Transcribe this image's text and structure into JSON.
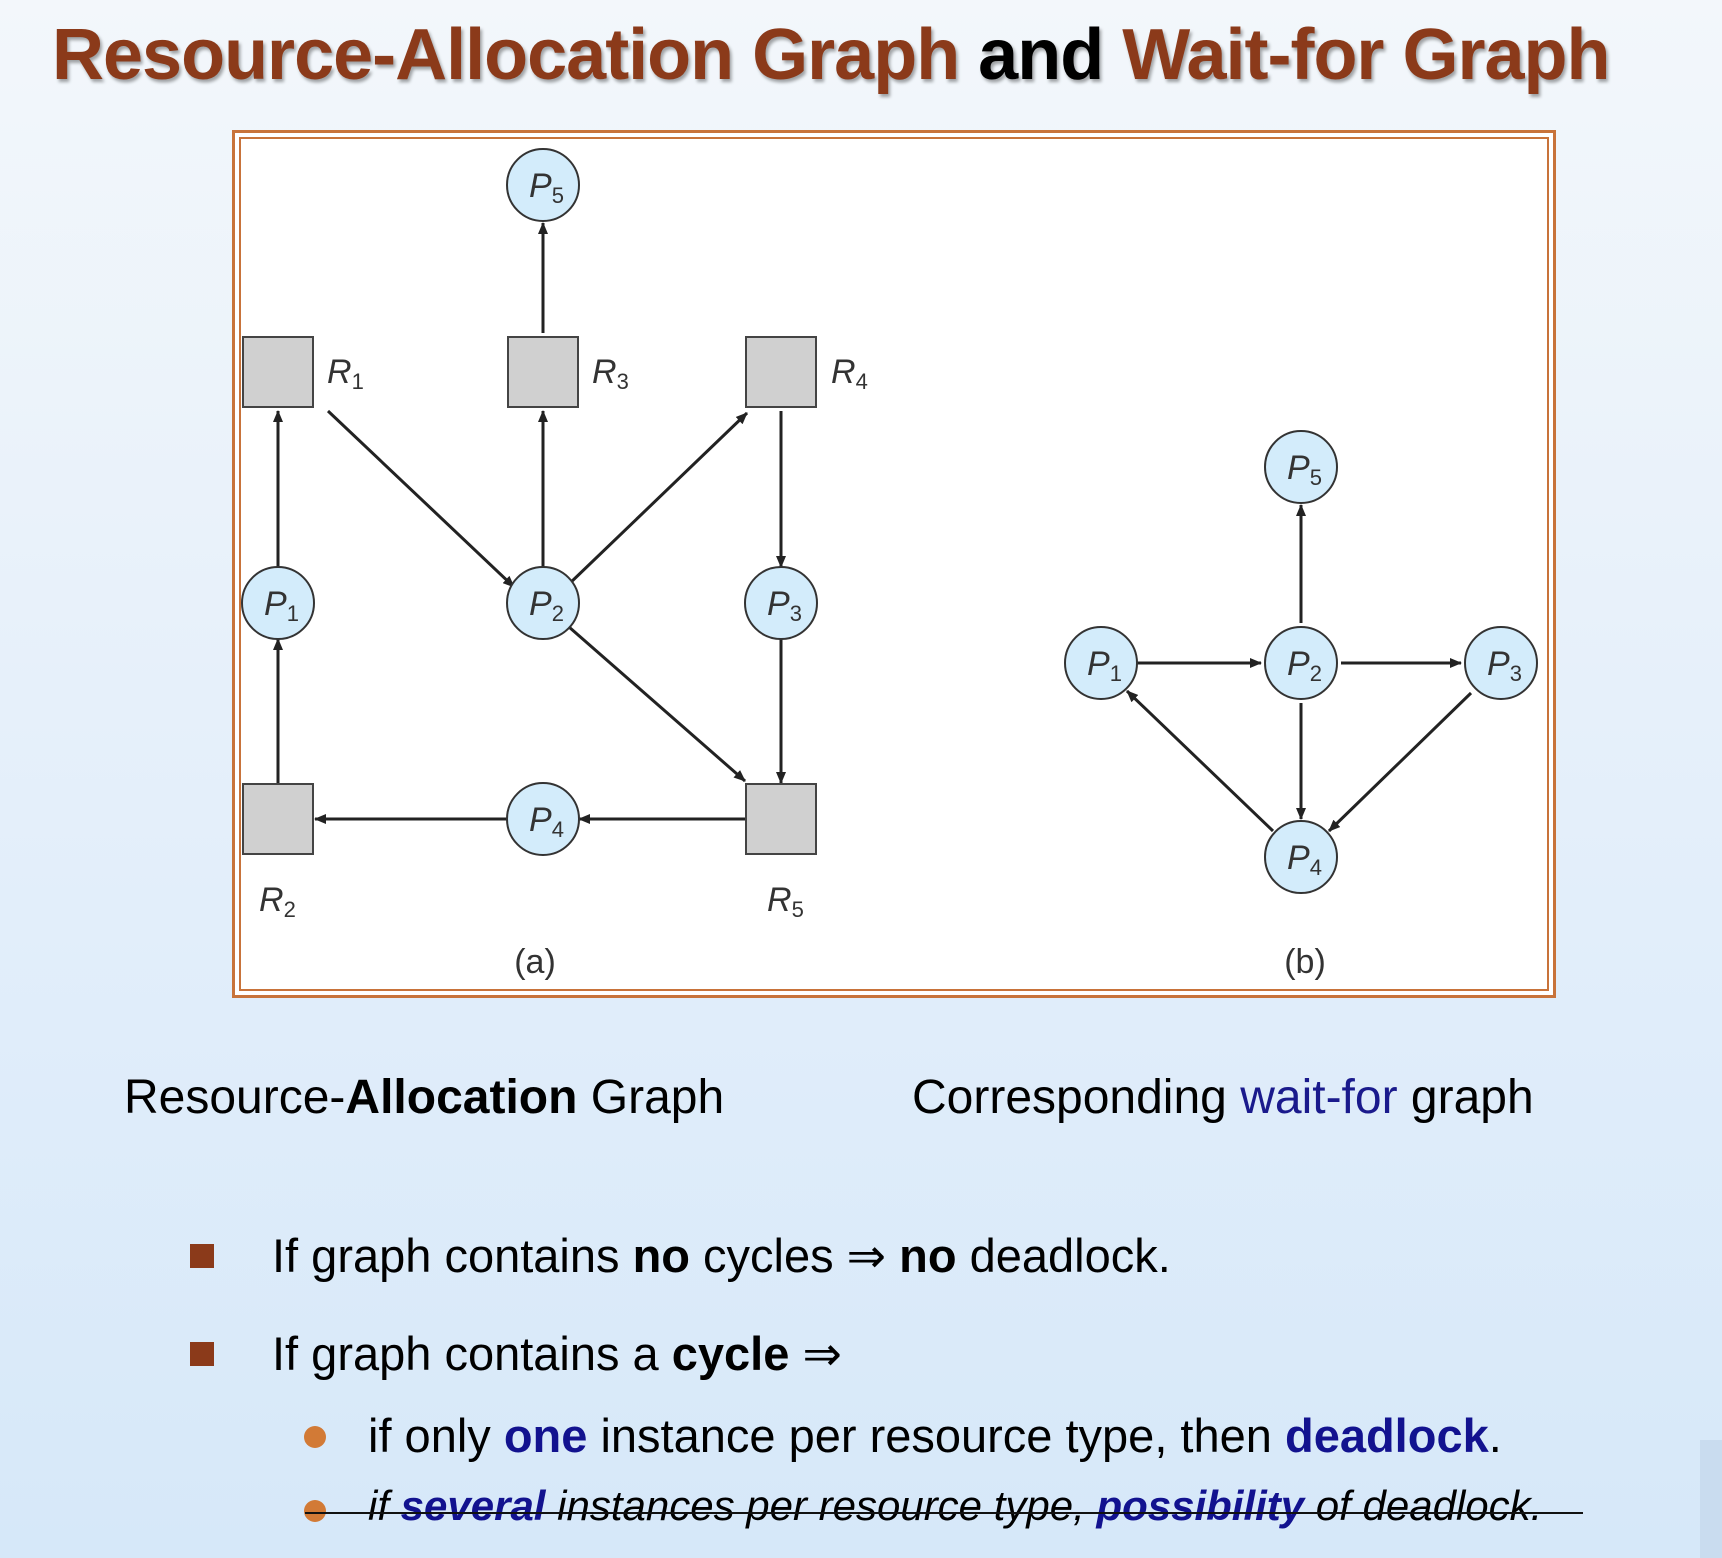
{
  "title": {
    "part1": "Resource-Allocation Graph",
    "part2": " and ",
    "part3": "Wait-for Graph"
  },
  "figure": {
    "panel_a_label": "(a)",
    "panel_b_label": "(b)",
    "graph_a": {
      "processes": [
        "P5",
        "P1",
        "P2",
        "P3",
        "P4"
      ],
      "resources": [
        "R1",
        "R3",
        "R4",
        "R2",
        "R5"
      ],
      "edges": [
        [
          "R3",
          "P5"
        ],
        [
          "R1",
          "P2"
        ],
        [
          "P2",
          "R3"
        ],
        [
          "P2",
          "R4"
        ],
        [
          "R4",
          "P3"
        ],
        [
          "P1",
          "R1"
        ],
        [
          "R2",
          "P1"
        ],
        [
          "P2",
          "R5"
        ],
        [
          "P3",
          "R5"
        ],
        [
          "R5",
          "P4"
        ],
        [
          "P4",
          "R2"
        ]
      ]
    },
    "graph_b": {
      "processes": [
        "P5",
        "P1",
        "P2",
        "P3",
        "P4"
      ],
      "edges": [
        [
          "P2",
          "P5"
        ],
        [
          "P1",
          "P2"
        ],
        [
          "P2",
          "P3"
        ],
        [
          "P2",
          "P4"
        ],
        [
          "P3",
          "P4"
        ],
        [
          "P4",
          "P1"
        ]
      ]
    }
  },
  "captions": {
    "left": {
      "prefix": "Resource-",
      "bold": "Allocation",
      "suffix": " Graph"
    },
    "right": {
      "prefix": "Corresponding ",
      "highlight": "wait-for",
      "suffix": " graph"
    }
  },
  "bullets": {
    "item1": {
      "t1": "If graph contains ",
      "b1": "no",
      "t2": " cycles ⇒ ",
      "b2": "no",
      "t3": " deadlock."
    },
    "item2": {
      "t1": "If graph contains a ",
      "b1": "cycle",
      "t2": " ⇒"
    },
    "sub1": {
      "t1": "if only ",
      "e1": "one",
      "t2": " instance per resource type, then ",
      "e2": "deadlock",
      "t3": "."
    },
    "sub2": {
      "t1": "if ",
      "e1": "several",
      "t2": " instances per resource type, ",
      "e2": "possibility",
      "t3": " of deadlock."
    }
  },
  "colors": {
    "title_brown": "#8b3a1a",
    "frame_orange": "#c8733a",
    "node_fill": "#d3ecfb",
    "resource_fill": "#d0d0d0",
    "emphasis_blue": "#12128f",
    "bullet_square": "#8b3a1a",
    "bullet_dot": "#d27a36"
  }
}
